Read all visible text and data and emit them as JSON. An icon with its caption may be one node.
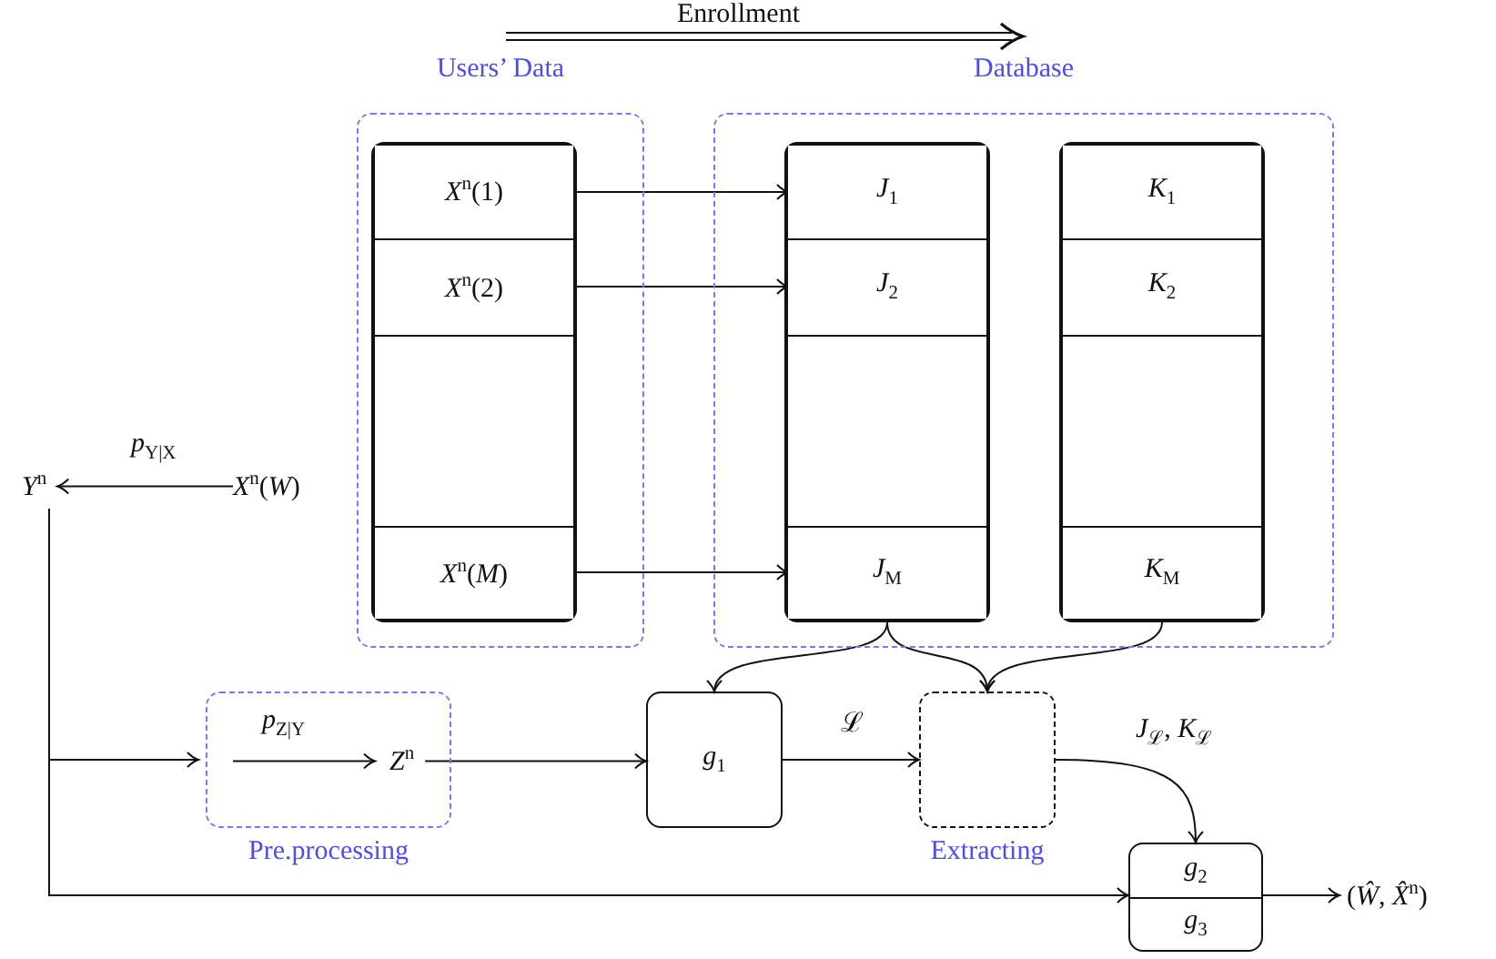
{
  "diagram": {
    "nodes": [
      {
        "text": [
          "Users’ Data"
        ]
      },
      {
        "text": [],
        "shape": "box",
        "in": 0
      },
      {
        "text": [
          "*X*$^{n}$(1)"
        ],
        "in": 1
      },
      {
        "text": [
          "*X*$^{n}$(2)"
        ],
        "in": 1
      },
      {
        "text": [],
        "shape": "box",
        "in": 1
      },
      {
        "text": [
          "*X*$^{n}$(*M*)"
        ],
        "in": 1
      },
      {
        "text": [
          "Database"
        ]
      },
      {
        "text": [],
        "shape": "box",
        "in": 6
      },
      {
        "text": [
          "*J*$_{1}$"
        ],
        "in": 7
      },
      {
        "text": [
          "*J*$_{2}$"
        ],
        "in": 7
      },
      {
        "text": [],
        "shape": "box",
        "in": 7
      },
      {
        "text": [
          "*J*$_{M}$"
        ],
        "in": 7
      },
      {
        "text": [],
        "shape": "box",
        "in": 6
      },
      {
        "text": [
          "*K*$_{1}$"
        ],
        "in": 12
      },
      {
        "text": [
          "*K*$_{2}$"
        ],
        "in": 12
      },
      {
        "text": [],
        "shape": "box",
        "in": 12
      },
      {
        "text": [
          "*K*$_{M}$"
        ],
        "in": 12
      },
      {
        "text": [
          "*Y*$^{n}$"
        ]
      },
      {
        "text": [
          "*X*$^{n}$(*W*)"
        ]
      },
      {
        "text": [
          "Pre.processing"
        ]
      },
      {
        "text": [
          "*Z*$^{n}$"
        ],
        "in": 19
      },
      {
        "text": [
          "*g*$_{1}$"
        ]
      },
      {
        "text": [
          "Extracting"
        ]
      },
      {
        "text": [
          "*g*$_{2}$",
          "*g*$_{3}$"
        ]
      },
      {
        "text": [
          "(*Ŵ*, *X̂*$^{n}$)"
        ]
      }
    ],
    "edges": [
      {
        "from": 2,
        "to": 8,
        "arrow": "to"
      },
      {
        "from": 3,
        "to": 9,
        "arrow": "to"
      },
      {
        "from": 5,
        "to": 11,
        "arrow": "to"
      },
      {
        "from": 18,
        "to": 17,
        "arrow": "to",
        "label": "*p*$_{Y|X}$"
      },
      {
        "from": 17,
        "to": 19,
        "arrow": "to"
      },
      {
        "from": 17,
        "to": 23,
        "arrow": "to"
      },
      {
        "from": 23,
        "to": 24,
        "arrow": "to"
      },
      {
        "from": null,
        "to": 20,
        "arrow": "to",
        "label": "*p*$_{Z|Y}$"
      },
      {
        "from": 20,
        "to": 21,
        "arrow": "to"
      },
      {
        "from": 21,
        "to": 22,
        "arrow": "to",
        "label": "ℒ"
      },
      {
        "from": 7,
        "to": 21,
        "arrow": "to"
      },
      {
        "from": 7,
        "to": 22,
        "arrow": "to"
      },
      {
        "from": 12,
        "to": 22,
        "arrow": "to"
      },
      {
        "from": 22,
        "to": 23,
        "arrow": "to",
        "label": "*J*$_{ℒ}$, *K*$_{ℒ}$"
      }
    ],
    "labels": [
      "Enrollment"
    ]
  }
}
